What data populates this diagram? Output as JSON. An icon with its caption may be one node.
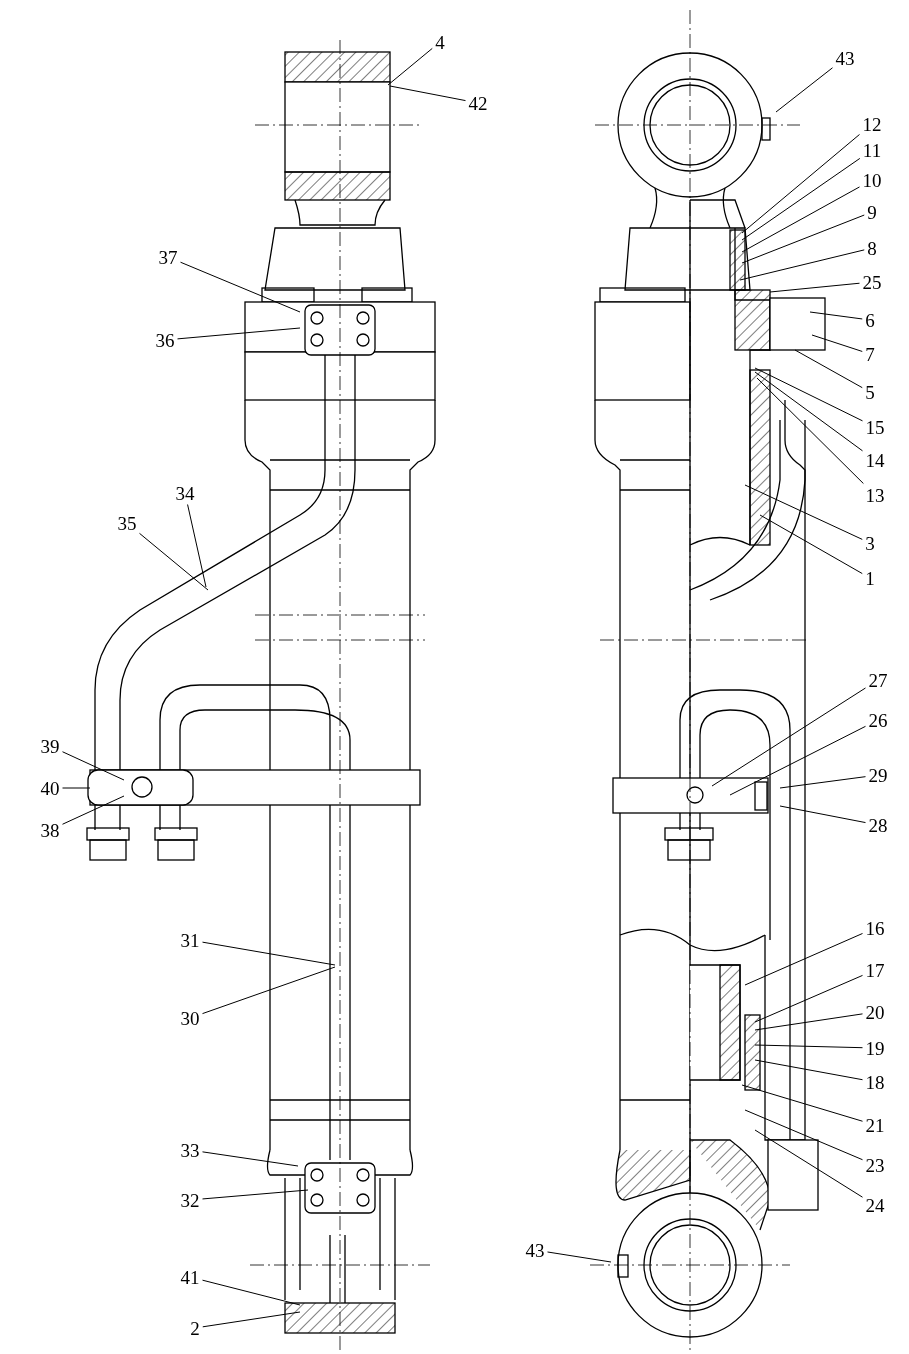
{
  "diagram": {
    "nodes": [
      {
        "text": [
          "4"
        ]
      },
      {
        "text": [
          "42"
        ]
      },
      {
        "text": [
          "37"
        ]
      },
      {
        "text": [
          "36"
        ]
      },
      {
        "text": [
          "35"
        ]
      },
      {
        "text": [
          "34"
        ]
      },
      {
        "text": [
          "39"
        ]
      },
      {
        "text": [
          "40"
        ]
      },
      {
        "text": [
          "38"
        ]
      },
      {
        "text": [
          "31"
        ]
      },
      {
        "text": [
          "30"
        ]
      },
      {
        "text": [
          "33"
        ]
      },
      {
        "text": [
          "32"
        ]
      },
      {
        "text": [
          "41"
        ]
      },
      {
        "text": [
          "2"
        ]
      },
      {
        "text": [
          "43"
        ]
      },
      {
        "text": [
          "12"
        ]
      },
      {
        "text": [
          "11"
        ]
      },
      {
        "text": [
          "10"
        ]
      },
      {
        "text": [
          "9"
        ]
      },
      {
        "text": [
          "8"
        ]
      },
      {
        "text": [
          "25"
        ]
      },
      {
        "text": [
          "6"
        ]
      },
      {
        "text": [
          "7"
        ]
      },
      {
        "text": [
          "5"
        ]
      },
      {
        "text": [
          "15"
        ]
      },
      {
        "text": [
          "14"
        ]
      },
      {
        "text": [
          "13"
        ]
      },
      {
        "text": [
          "3"
        ]
      },
      {
        "text": [
          "1"
        ]
      },
      {
        "text": [
          "27"
        ]
      },
      {
        "text": [
          "26"
        ]
      },
      {
        "text": [
          "29"
        ]
      },
      {
        "text": [
          "28"
        ]
      },
      {
        "text": [
          "16"
        ]
      },
      {
        "text": [
          "17"
        ]
      },
      {
        "text": [
          "20"
        ]
      },
      {
        "text": [
          "19"
        ]
      },
      {
        "text": [
          "18"
        ]
      },
      {
        "text": [
          "21"
        ]
      },
      {
        "text": [
          "23"
        ]
      },
      {
        "text": [
          "24"
        ]
      },
      {
        "text": [
          "43"
        ]
      }
    ],
    "edges": [
      {
        "from": 0,
        "to": null,
        "arrow": "none"
      },
      {
        "from": 1,
        "to": null,
        "arrow": "none"
      },
      {
        "from": 2,
        "to": null,
        "arrow": "none"
      },
      {
        "from": 3,
        "to": null,
        "arrow": "none"
      },
      {
        "from": 4,
        "to": null,
        "arrow": "none"
      },
      {
        "from": 5,
        "to": null,
        "arrow": "none"
      },
      {
        "from": 6,
        "to": null,
        "arrow": "none"
      },
      {
        "from": 7,
        "to": null,
        "arrow": "none"
      },
      {
        "from": 8,
        "to": null,
        "arrow": "none"
      },
      {
        "from": 9,
        "to": null,
        "arrow": "none"
      },
      {
        "from": 10,
        "to": null,
        "arrow": "none"
      },
      {
        "from": 11,
        "to": null,
        "arrow": "none"
      },
      {
        "from": 12,
        "to": null,
        "arrow": "none"
      },
      {
        "from": 13,
        "to": null,
        "arrow": "none"
      },
      {
        "from": 14,
        "to": null,
        "arrow": "none"
      },
      {
        "from": 15,
        "to": null,
        "arrow": "none"
      },
      {
        "from": 16,
        "to": null,
        "arrow": "none"
      },
      {
        "from": 17,
        "to": null,
        "arrow": "none"
      },
      {
        "from": 18,
        "to": null,
        "arrow": "none"
      },
      {
        "from": 19,
        "to": null,
        "arrow": "none"
      },
      {
        "from": 20,
        "to": null,
        "arrow": "none"
      },
      {
        "from": 21,
        "to": null,
        "arrow": "none"
      },
      {
        "from": 22,
        "to": null,
        "arrow": "none"
      },
      {
        "from": 23,
        "to": null,
        "arrow": "none"
      },
      {
        "from": 24,
        "to": null,
        "arrow": "none"
      },
      {
        "from": 25,
        "to": null,
        "arrow": "none"
      },
      {
        "from": 26,
        "to": null,
        "arrow": "none"
      },
      {
        "from": 27,
        "to": null,
        "arrow": "none"
      },
      {
        "from": 28,
        "to": null,
        "arrow": "none"
      },
      {
        "from": 29,
        "to": null,
        "arrow": "none"
      },
      {
        "from": 30,
        "to": null,
        "arrow": "none"
      },
      {
        "from": 31,
        "to": null,
        "arrow": "none"
      },
      {
        "from": 32,
        "to": null,
        "arrow": "none"
      },
      {
        "from": 33,
        "to": null,
        "arrow": "none"
      },
      {
        "from": 34,
        "to": null,
        "arrow": "none"
      },
      {
        "from": 35,
        "to": null,
        "arrow": "none"
      },
      {
        "from": 36,
        "to": null,
        "arrow": "none"
      },
      {
        "from": 37,
        "to": null,
        "arrow": "none"
      },
      {
        "from": 38,
        "to": null,
        "arrow": "none"
      },
      {
        "from": 39,
        "to": null,
        "arrow": "none"
      },
      {
        "from": 40,
        "to": null,
        "arrow": "none"
      },
      {
        "from": 41,
        "to": null,
        "arrow": "none"
      },
      {
        "from": 42,
        "to": null,
        "arrow": "none"
      }
    ]
  }
}
